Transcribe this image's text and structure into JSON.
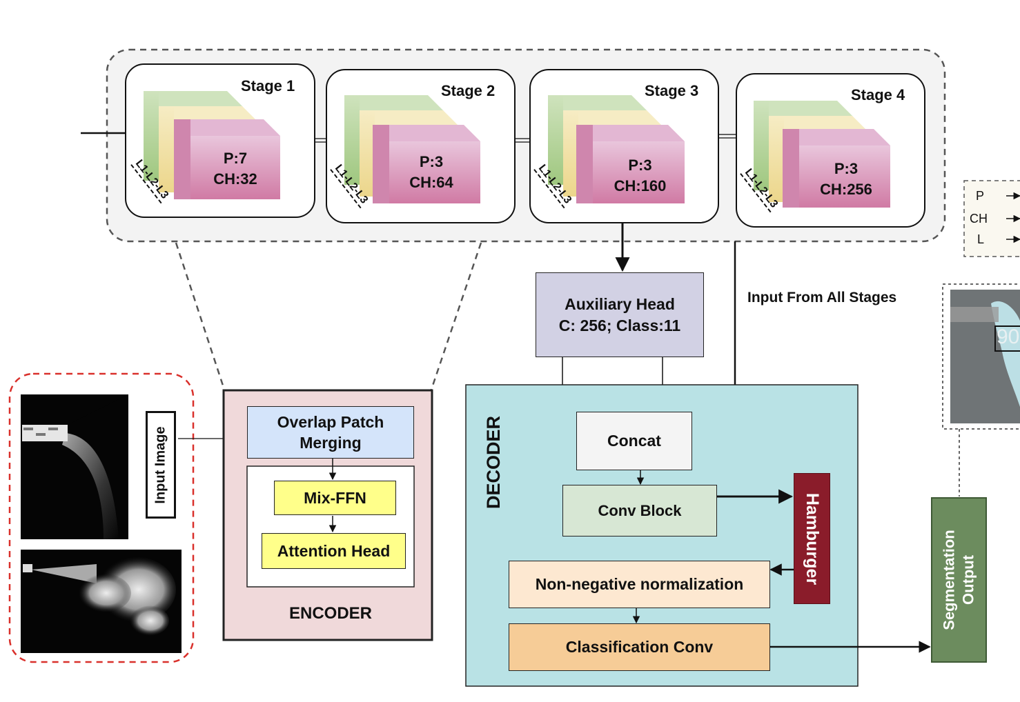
{
  "encoder_stages": [
    {
      "title": "Stage 1",
      "layers": "L1-L2-L3",
      "patch": "P:7",
      "channels": "CH:32"
    },
    {
      "title": "Stage 2",
      "layers": "L1-L2-L3",
      "patch": "P:3",
      "channels": "CH:64"
    },
    {
      "title": "Stage 3",
      "layers": "L1-L2-L3",
      "patch": "P:3",
      "channels": "CH:160"
    },
    {
      "title": "Stage 4",
      "layers": "L1-L2-L3",
      "patch": "P:3",
      "channels": "CH:256"
    }
  ],
  "legend": {
    "items": [
      "P",
      "CH",
      "L"
    ]
  },
  "input": {
    "label": "Input Image"
  },
  "encoder": {
    "overlap_patch_merging": "Overlap Patch Merging",
    "mix_ffn": "Mix-FFN",
    "attention_head": "Attention Head",
    "title": "ENCODER"
  },
  "auxiliary_head": {
    "line1": "Auxiliary Head",
    "line2": "C: 256; Class:11"
  },
  "input_from_all_stages": "Input From All Stages",
  "decoder": {
    "title": "DECODER",
    "concat": "Concat",
    "conv_block": "Conv Block",
    "hamburger": "Hamburger",
    "normalization": "Non-negative normalization",
    "classification_conv": "Classification Conv"
  },
  "output": {
    "label": "Segmentation Output",
    "overlay_text": "90"
  },
  "colors": {
    "cube_green": "#b9d7a3",
    "cube_yellow": "#f1e3a4",
    "cube_pink": "#d98fb6",
    "encoder_bg": "#f0d9da",
    "decoder_bg": "#b9e2e5",
    "patch_merging": "#d4e4fa",
    "mix_ffn": "#ffff8a",
    "aux_head": "#d2d1e4",
    "concat": "#f4f4f4",
    "conv_block": "#d7e7d4",
    "hamburger": "#8a1c2a",
    "normalization": "#fde8d1",
    "classification": "#f6cc97",
    "segmentation": "#6c8c5e"
  }
}
